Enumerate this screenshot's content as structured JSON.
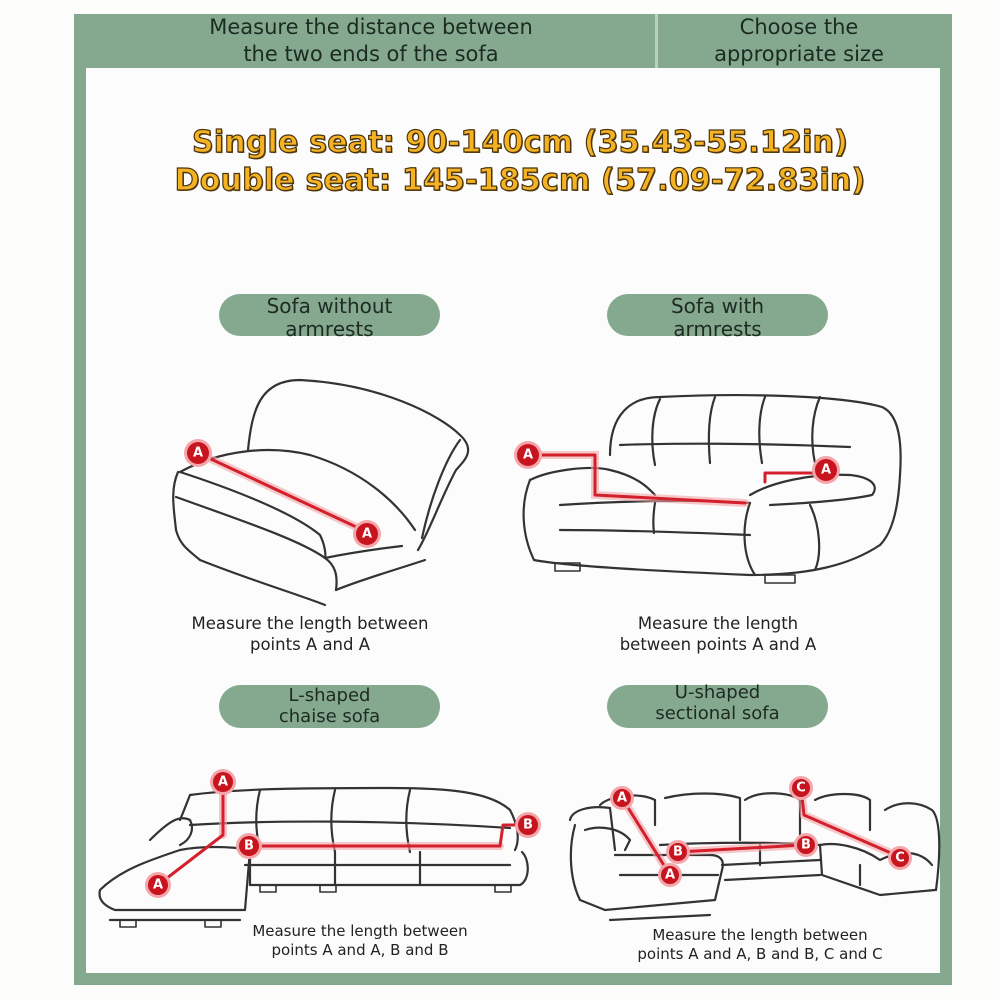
{
  "header": {
    "left_title": "Measure the distance between the two ends of the sofa",
    "left_line1": "Measure the distance between",
    "left_line2": "the two ends of the sofa",
    "right_line1": "Choose the",
    "right_line2": "appropriate size"
  },
  "sizes": {
    "single": "Single seat: 90-140cm (35.43-55.12in)",
    "double": "Double seat: 145-185cm (57.09-72.83in)"
  },
  "colors": {
    "frame_green": "#84a98f",
    "size_text_yellow": "#f5b324",
    "marker_red": "#c8141f",
    "background": "#fbfcfb"
  },
  "sections": [
    {
      "id": "no-armrests",
      "label_line1": "Sofa without",
      "label_line2": "armrests",
      "caption_line1": "Measure the length between",
      "caption_line2": "points A and A",
      "markers": [
        "A",
        "A"
      ]
    },
    {
      "id": "with-armrests",
      "label_line1": "Sofa with",
      "label_line2": "armrests",
      "caption_line1": "Measure the length",
      "caption_line2": "between points A and A",
      "markers": [
        "A",
        "A"
      ]
    },
    {
      "id": "l-shaped",
      "label_line1": "L-shaped",
      "label_line2": "chaise sofa",
      "caption_line1": "Measure the length between",
      "caption_line2": "points A and A, B and B",
      "markers": [
        "A",
        "A",
        "B",
        "B"
      ]
    },
    {
      "id": "u-shaped",
      "label_line1": "U-shaped",
      "label_line2": "sectional sofa",
      "caption_line1": "Measure the length between",
      "caption_line2": "points A and A, B and B, C and C",
      "markers": [
        "A",
        "A",
        "B",
        "B",
        "C",
        "C"
      ]
    }
  ]
}
